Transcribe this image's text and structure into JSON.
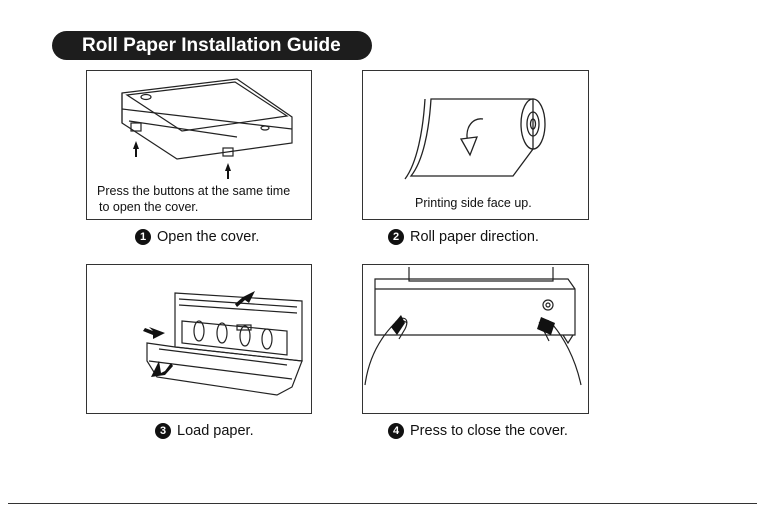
{
  "title": "Roll Paper Installation Guide",
  "panels": {
    "p1_text_line1": "Press the buttons at the same time",
    "p1_text_line2": "to open the cover.",
    "p2_text": "Printing side face up."
  },
  "steps": [
    {
      "num": "1",
      "label": "Open  the cover."
    },
    {
      "num": "2",
      "label": "Roll paper direction."
    },
    {
      "num": "3",
      "label": "Load paper."
    },
    {
      "num": "4",
      "label": "Press to close the cover."
    }
  ]
}
